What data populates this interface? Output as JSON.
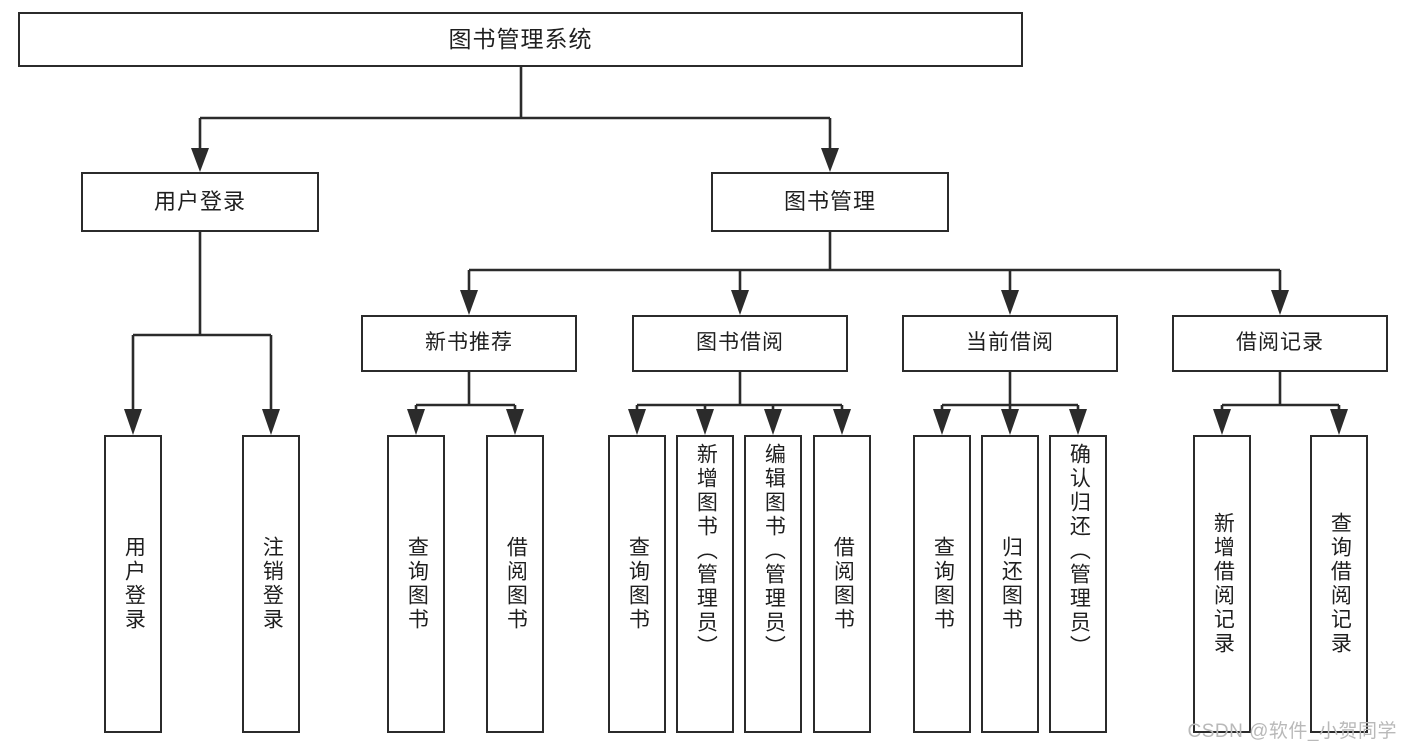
{
  "diagram": {
    "type": "tree-hierarchy",
    "title": "图书管理系统",
    "orientation": "top-down",
    "colors": {
      "stroke": "#2b2b2b",
      "fill": "#ffffff",
      "text": "#1f1f1f",
      "watermark": "#b9b9b9"
    }
  },
  "nodes": {
    "root": {
      "label": "图书管理系统"
    },
    "level2": [
      {
        "id": "user-login",
        "label": "用户登录"
      },
      {
        "id": "book-manage",
        "label": "图书管理"
      }
    ],
    "level3": [
      {
        "id": "new-book-recommend",
        "label": "新书推荐"
      },
      {
        "id": "book-borrow",
        "label": "图书借阅"
      },
      {
        "id": "current-borrow",
        "label": "当前借阅"
      },
      {
        "id": "borrow-record",
        "label": "借阅记录"
      }
    ],
    "leaves": {
      "user_login": [
        {
          "id": "leaf-user-login",
          "label": "用户登录"
        },
        {
          "id": "leaf-user-logout",
          "label": "注销登录"
        }
      ],
      "new_book_recommend": [
        {
          "id": "leaf-query-book-1",
          "label": "查询图书"
        },
        {
          "id": "leaf-borrow-book-1",
          "label": "借阅图书"
        }
      ],
      "book_borrow": [
        {
          "id": "leaf-query-book-2",
          "label": "查询图书"
        },
        {
          "id": "leaf-add-book",
          "label": "新增图书（管理员）"
        },
        {
          "id": "leaf-edit-book",
          "label": "编辑图书（管理员）"
        },
        {
          "id": "leaf-borrow-book-2",
          "label": "借阅图书"
        }
      ],
      "current_borrow": [
        {
          "id": "leaf-query-book-3",
          "label": "查询图书"
        },
        {
          "id": "leaf-return-book",
          "label": "归还图书"
        },
        {
          "id": "leaf-confirm-return",
          "label": "确认归还（管理员）"
        }
      ],
      "borrow_record": [
        {
          "id": "leaf-add-record",
          "label": "新增借阅记录"
        },
        {
          "id": "leaf-query-record",
          "label": "查询借阅记录"
        }
      ]
    }
  },
  "watermark": {
    "text": "CSDN @软件_小贺同学"
  }
}
